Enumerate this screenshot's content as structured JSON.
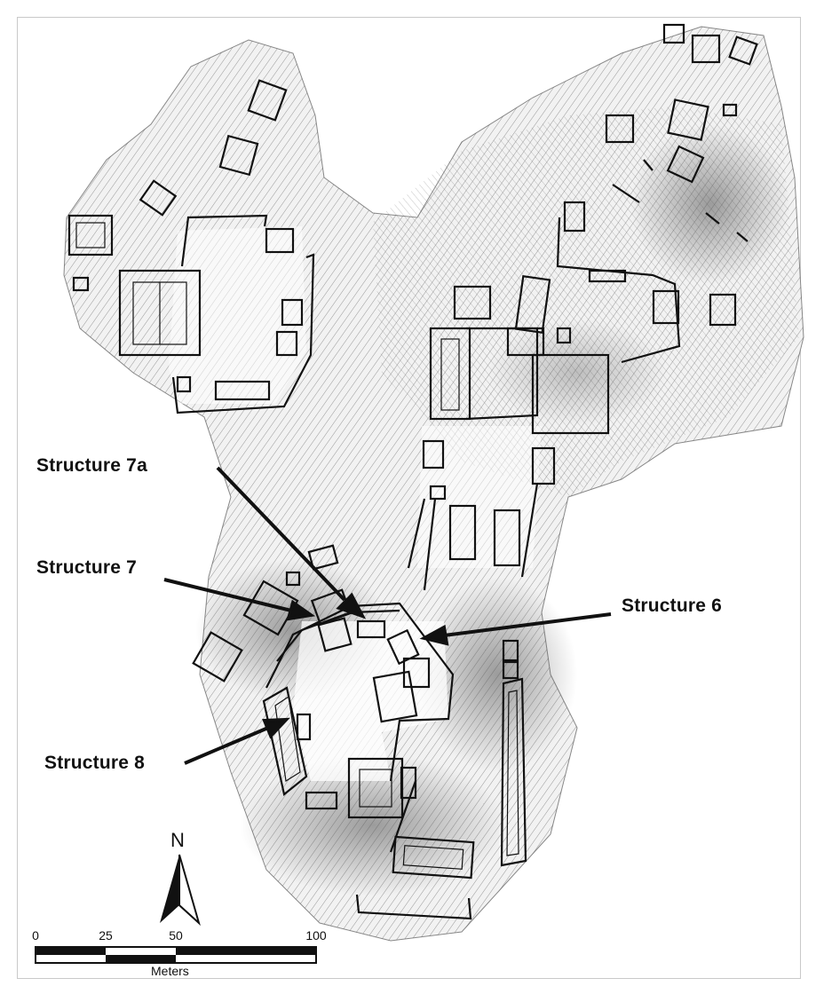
{
  "map": {
    "labels": {
      "structure_7a": "Structure 7a",
      "structure_7": "Structure 7",
      "structure_6": "Structure 6",
      "structure_8": "Structure 8"
    },
    "north_label": "N",
    "scale": {
      "ticks": [
        "0",
        "25",
        "50",
        "100"
      ],
      "unit": "Meters"
    }
  }
}
